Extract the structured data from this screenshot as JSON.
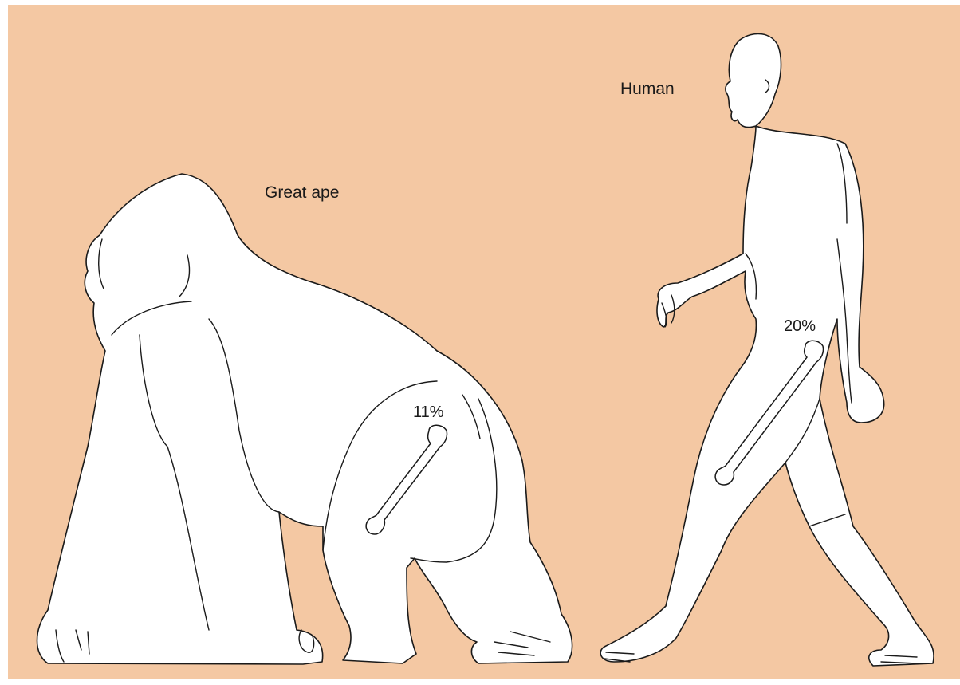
{
  "figure": {
    "great_ape": {
      "label": "Great ape",
      "bone_percent": "11%"
    },
    "human": {
      "label": "Human",
      "bone_percent": "20%"
    },
    "colors": {
      "background": "#f4c8a3",
      "outline": "#1a1a1a",
      "fill": "#ffffff"
    }
  }
}
